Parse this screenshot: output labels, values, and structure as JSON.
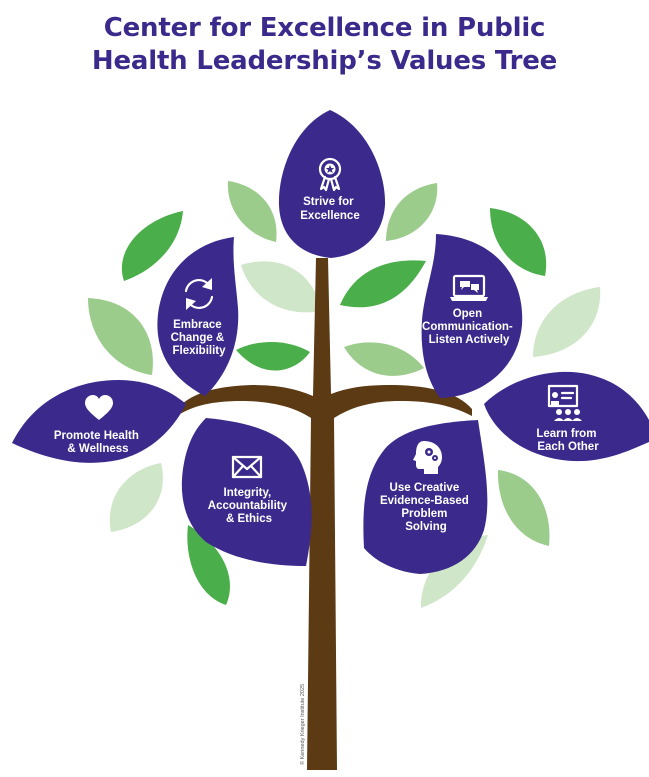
{
  "title": {
    "line1": "Center for Excellence in Public",
    "line2": "Health Leadership’s Values Tree"
  },
  "colors": {
    "title": "#3b2a8c",
    "petal": "#3b2a8c",
    "leaf_dark": "#4aae4a",
    "leaf_mid": "#9bcc8c",
    "leaf_light": "#cfe6c9",
    "trunk": "#5c3a14"
  },
  "values": [
    {
      "id": "strive",
      "icon": "award-ribbon-icon",
      "lines": [
        "Strive for",
        "Excellence"
      ]
    },
    {
      "id": "embrace",
      "icon": "refresh-cycle-icon",
      "lines": [
        "Embrace",
        "Change &",
        "Flexibility"
      ]
    },
    {
      "id": "open",
      "icon": "laptop-chat-icon",
      "lines": [
        "Open",
        "Communication-",
        "Listen Actively"
      ]
    },
    {
      "id": "promote",
      "icon": "heart-icon",
      "lines": [
        "Promote Health",
        "& Wellness"
      ]
    },
    {
      "id": "learn",
      "icon": "presentation-board-icon",
      "lines": [
        "Learn from",
        "Each Other"
      ]
    },
    {
      "id": "integrity",
      "icon": "envelope-icon",
      "lines": [
        "Integrity,",
        "Accountability",
        "& Ethics"
      ]
    },
    {
      "id": "creative",
      "icon": "head-gears-icon",
      "lines": [
        "Use Creative",
        "Evidence-Based",
        "Problem",
        "Solving"
      ]
    }
  ],
  "copyright": "© Kennedy Krieger Institute 2025"
}
